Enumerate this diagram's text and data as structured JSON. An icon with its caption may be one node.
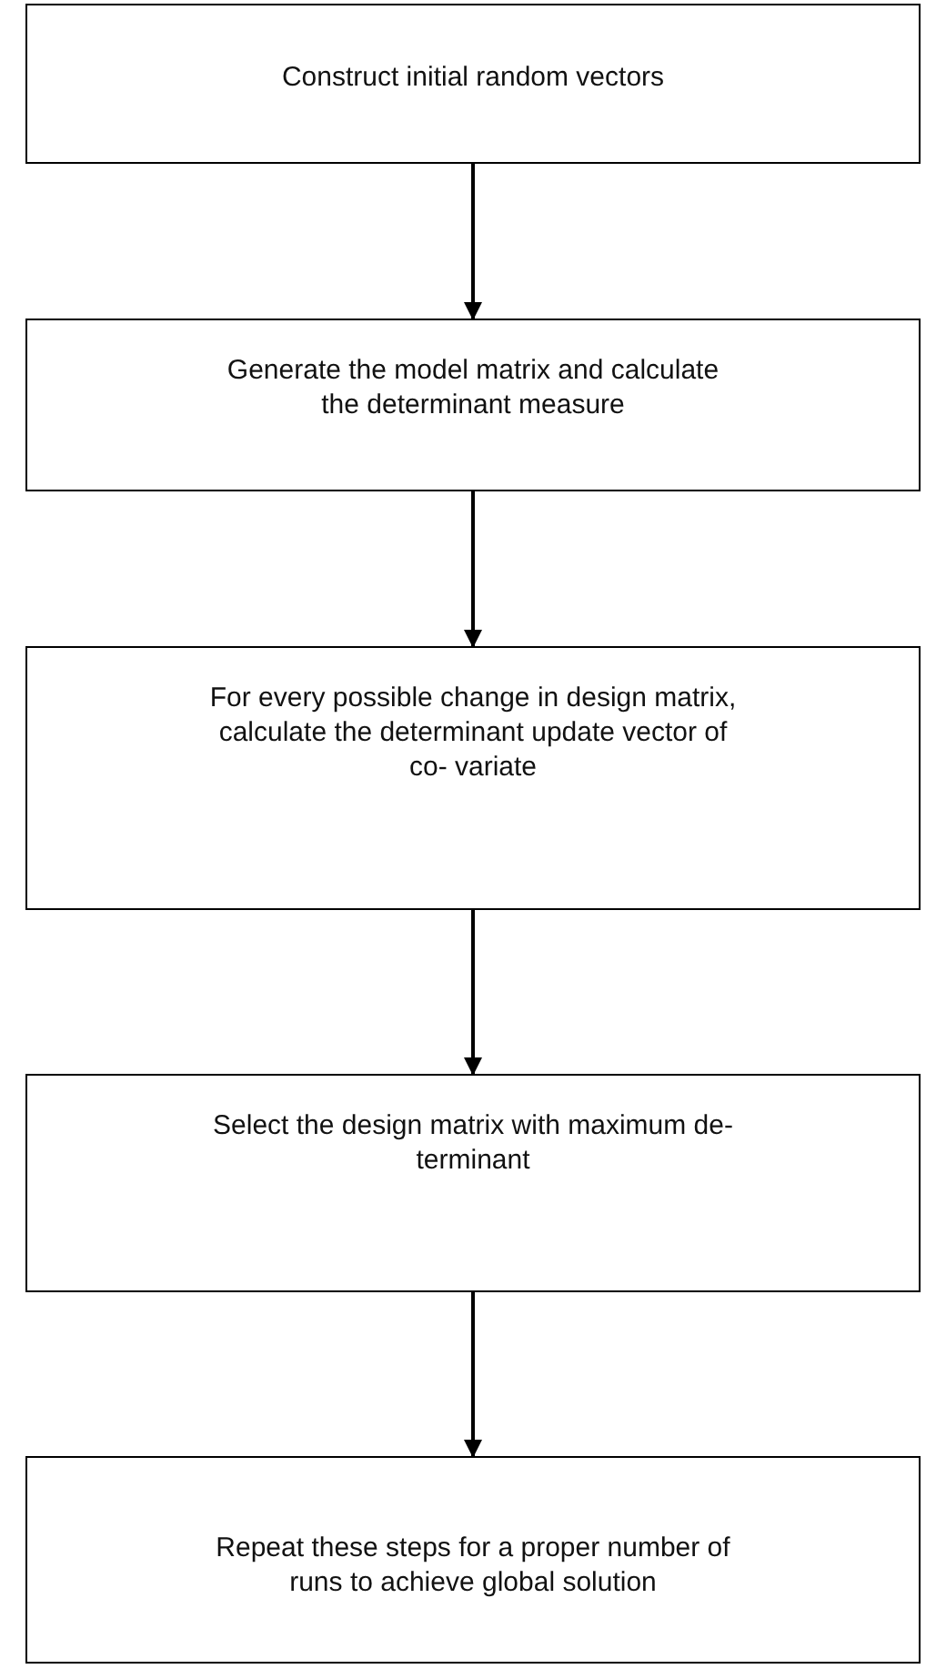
{
  "diagram": {
    "nodes": [
      {
        "text": [
          "Construct initial random vectors"
        ]
      },
      {
        "text": [
          "Generate the model matrix and calculate the determinant measure"
        ]
      },
      {
        "text": [
          "For every possible change in design matrix, calculate the determinant update vector of co- variate"
        ]
      },
      {
        "text": [
          "Select the design matrix with maximum de- terminant"
        ]
      },
      {
        "text": [
          "Repeat these steps for a proper number of runs to achieve global solution"
        ]
      }
    ],
    "edges": [
      {
        "from": 0,
        "to": 1,
        "arrow": "to"
      },
      {
        "from": 1,
        "to": 2,
        "arrow": "to"
      },
      {
        "from": 2,
        "to": 3,
        "arrow": "to"
      },
      {
        "from": 3,
        "to": 4,
        "arrow": "to"
      }
    ]
  }
}
